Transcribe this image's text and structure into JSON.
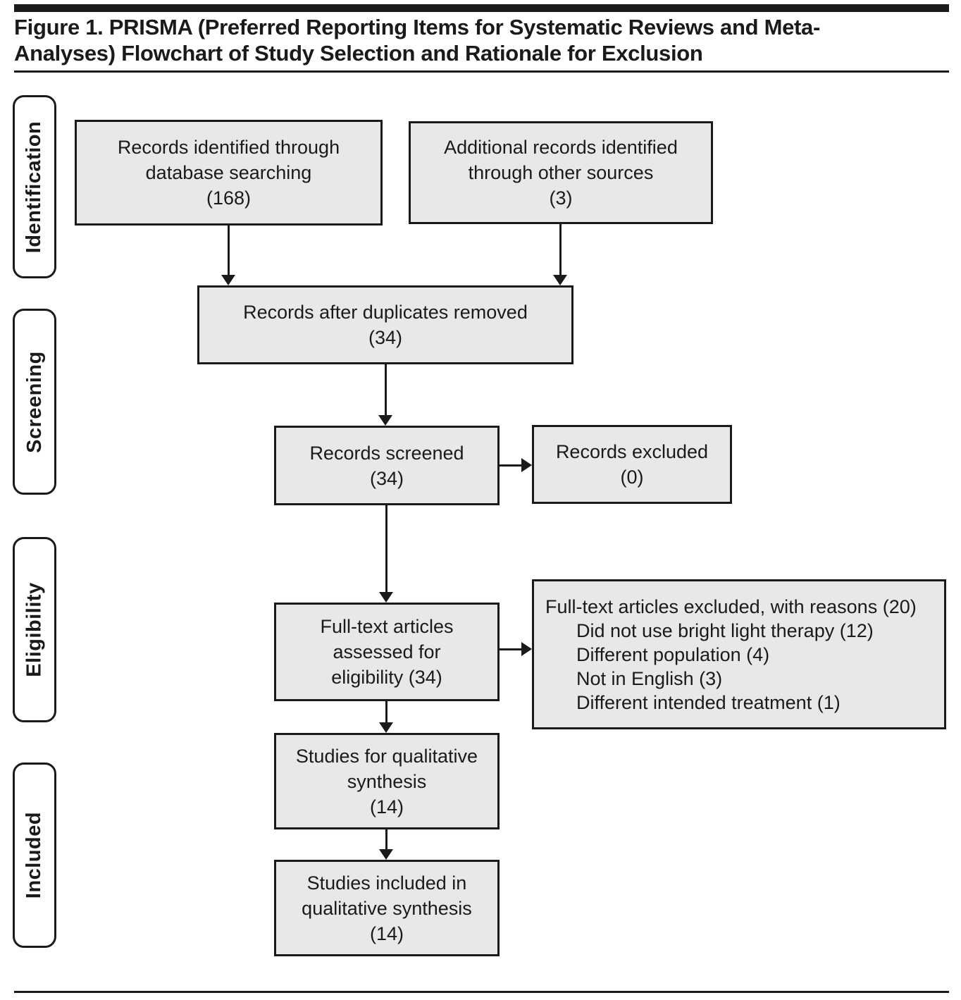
{
  "figure": {
    "title": "Figure 1. PRISMA (Preferred Reporting Items for Systematic Reviews and Meta-\nAnalyses) Flowchart of Study Selection and Rationale for Exclusion"
  },
  "sidebar": {
    "stages": [
      {
        "label": "Identification"
      },
      {
        "label": "Screening"
      },
      {
        "label": "Eligibility"
      },
      {
        "label": "Included"
      }
    ]
  },
  "flowchart": {
    "boxes": {
      "records_identified": "Records identified through\ndatabase searching\n(168)",
      "additional_records": "Additional records identified\nthrough other sources\n(3)",
      "after_duplicates": "Records after duplicates removed\n(34)",
      "records_screened": "Records screened\n(34)",
      "records_excluded": "Records excluded\n(0)",
      "fulltext_assessed": "Full-text articles\nassessed for\neligibility (34)",
      "fulltext_excluded": {
        "heading": "Full-text articles excluded, with reasons (20)",
        "reasons": [
          "Did not use bright light therapy (12)",
          "Different population (4)",
          "Not in English (3)",
          "Different intended treatment (1)"
        ]
      },
      "qualitative_synthesis": "Studies for qualitative\nsynthesis\n(14)",
      "included_qualitative": "Studies included in\nqualitative synthesis\n(14)"
    }
  },
  "colors": {
    "box_fill": "#e8e8e8",
    "ink": "#1a1a1a",
    "background": "#ffffff"
  }
}
